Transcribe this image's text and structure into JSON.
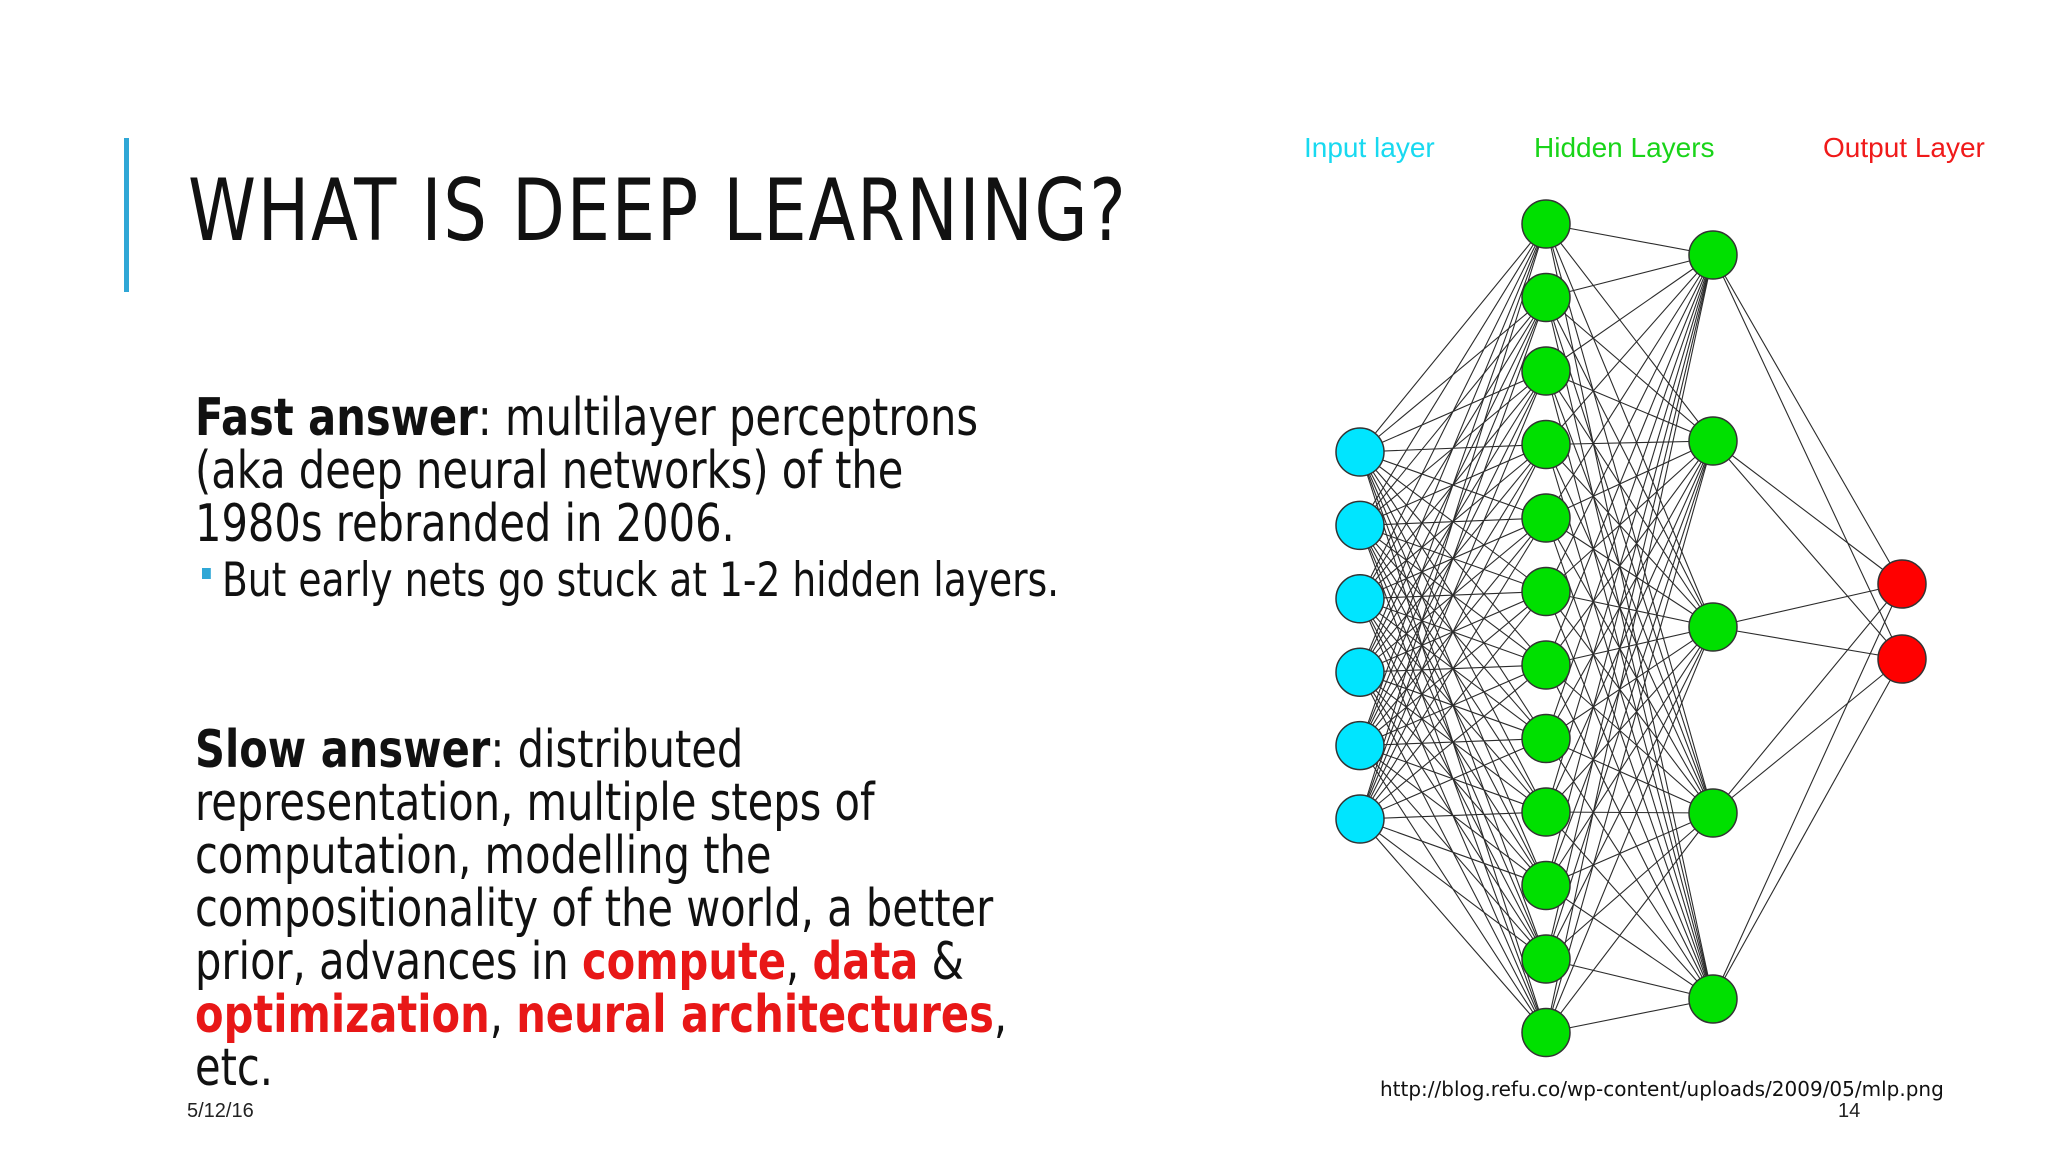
{
  "slide": {
    "title": "WHAT IS DEEP LEARNING?",
    "fast_answer": {
      "lead": "Fast answer",
      "text": ": multilayer perceptrons (aka deep neural networks) of the 1980s rebranded in 2006."
    },
    "bullet": "But early nets go stuck at 1-2 hidden layers.",
    "slow_answer": {
      "lead": "Slow answer",
      "text1": ": distributed representation, multiple steps of computation, modelling the compositionality of the world, a better prior, advances in ",
      "hl1": "compute",
      "sep1": ", ",
      "hl2": "data",
      "sep2": " & ",
      "hl3": "optimization",
      "sep3": ", ",
      "hl4": "neural architectures",
      "text2": ", etc."
    },
    "footer": {
      "date": "5/12/16",
      "page": "14",
      "source": "http://blog.refu.co/wp-content/uploads/2009/05/mlp.png"
    },
    "colors": {
      "accent": "#2fa7d6",
      "highlight": "#e81717",
      "input_node": "#00e5ff",
      "hidden_node": "#00e000",
      "output_node": "#ff0000"
    }
  },
  "network": {
    "labels": {
      "input": "Input layer",
      "hidden": "Hidden Layers",
      "output": "Output Layer"
    },
    "layer_sizes": [
      6,
      12,
      5,
      2
    ]
  }
}
